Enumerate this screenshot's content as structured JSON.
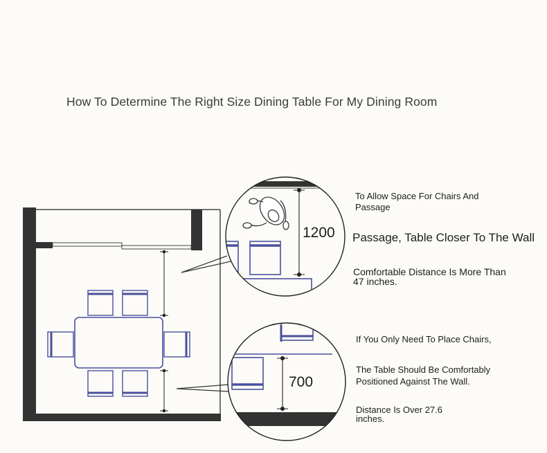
{
  "title": "How To Determine The Right Size Dining Table For My Dining Room",
  "callout_top": {
    "dimension": "1200",
    "lines": [
      "To Allow Space For Chairs And",
      "Passage",
      "Passage, Table Closer To The Wall",
      "Comfortable Distance Is More Than",
      "47 inches."
    ]
  },
  "callout_bottom": {
    "dimension": "700",
    "lines": [
      "If You Only Need To Place Chairs,",
      "The Table Should Be Comfortably",
      "Positioned Against The Wall.",
      "Distance Is Over 27.6",
      "inches."
    ]
  },
  "colors": {
    "wall": "#333333",
    "furniture": "#4a4f9e",
    "line": "#555555",
    "background": "#fcfbf7"
  },
  "icons": {
    "person": "person-walking-icon"
  }
}
